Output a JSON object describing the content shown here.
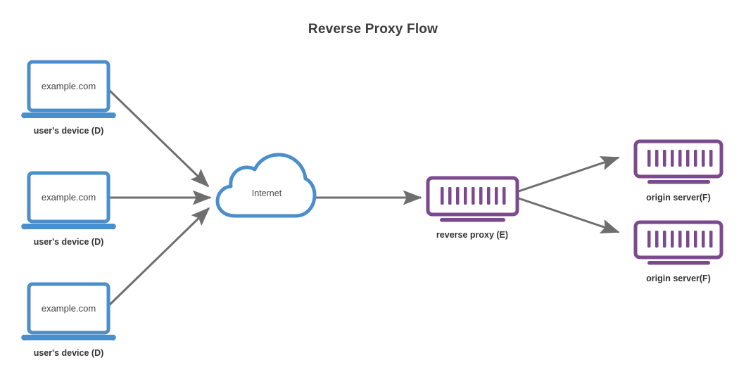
{
  "diagram": {
    "title": "Reverse Proxy Flow",
    "background_color": "#ffffff",
    "colors": {
      "client_blue": "#4a8fcc",
      "server_purple": "#7b4a8e",
      "arrow_gray": "#6e6e6e",
      "title_gray": "#3b3b3b",
      "label_gray": "#333333"
    },
    "clients": [
      {
        "screen_text": "example.com",
        "label": "user's device (D)"
      },
      {
        "screen_text": "example.com",
        "label": "user's device (D)"
      },
      {
        "screen_text": "example.com",
        "label": "user's device (D)"
      }
    ],
    "cloud": {
      "label": "Internet"
    },
    "proxy": {
      "label": "reverse proxy (E)",
      "bar_count": 9
    },
    "origins": [
      {
        "label": "origin server(F)",
        "bar_count": 9
      },
      {
        "label": "origin server(F)",
        "bar_count": 9
      }
    ],
    "connections": [
      {
        "from": "client-1",
        "to": "internet-cloud"
      },
      {
        "from": "client-2",
        "to": "internet-cloud"
      },
      {
        "from": "client-3",
        "to": "internet-cloud"
      },
      {
        "from": "internet-cloud",
        "to": "reverse-proxy"
      },
      {
        "from": "reverse-proxy",
        "to": "origin-server-1"
      },
      {
        "from": "reverse-proxy",
        "to": "origin-server-2"
      }
    ]
  }
}
